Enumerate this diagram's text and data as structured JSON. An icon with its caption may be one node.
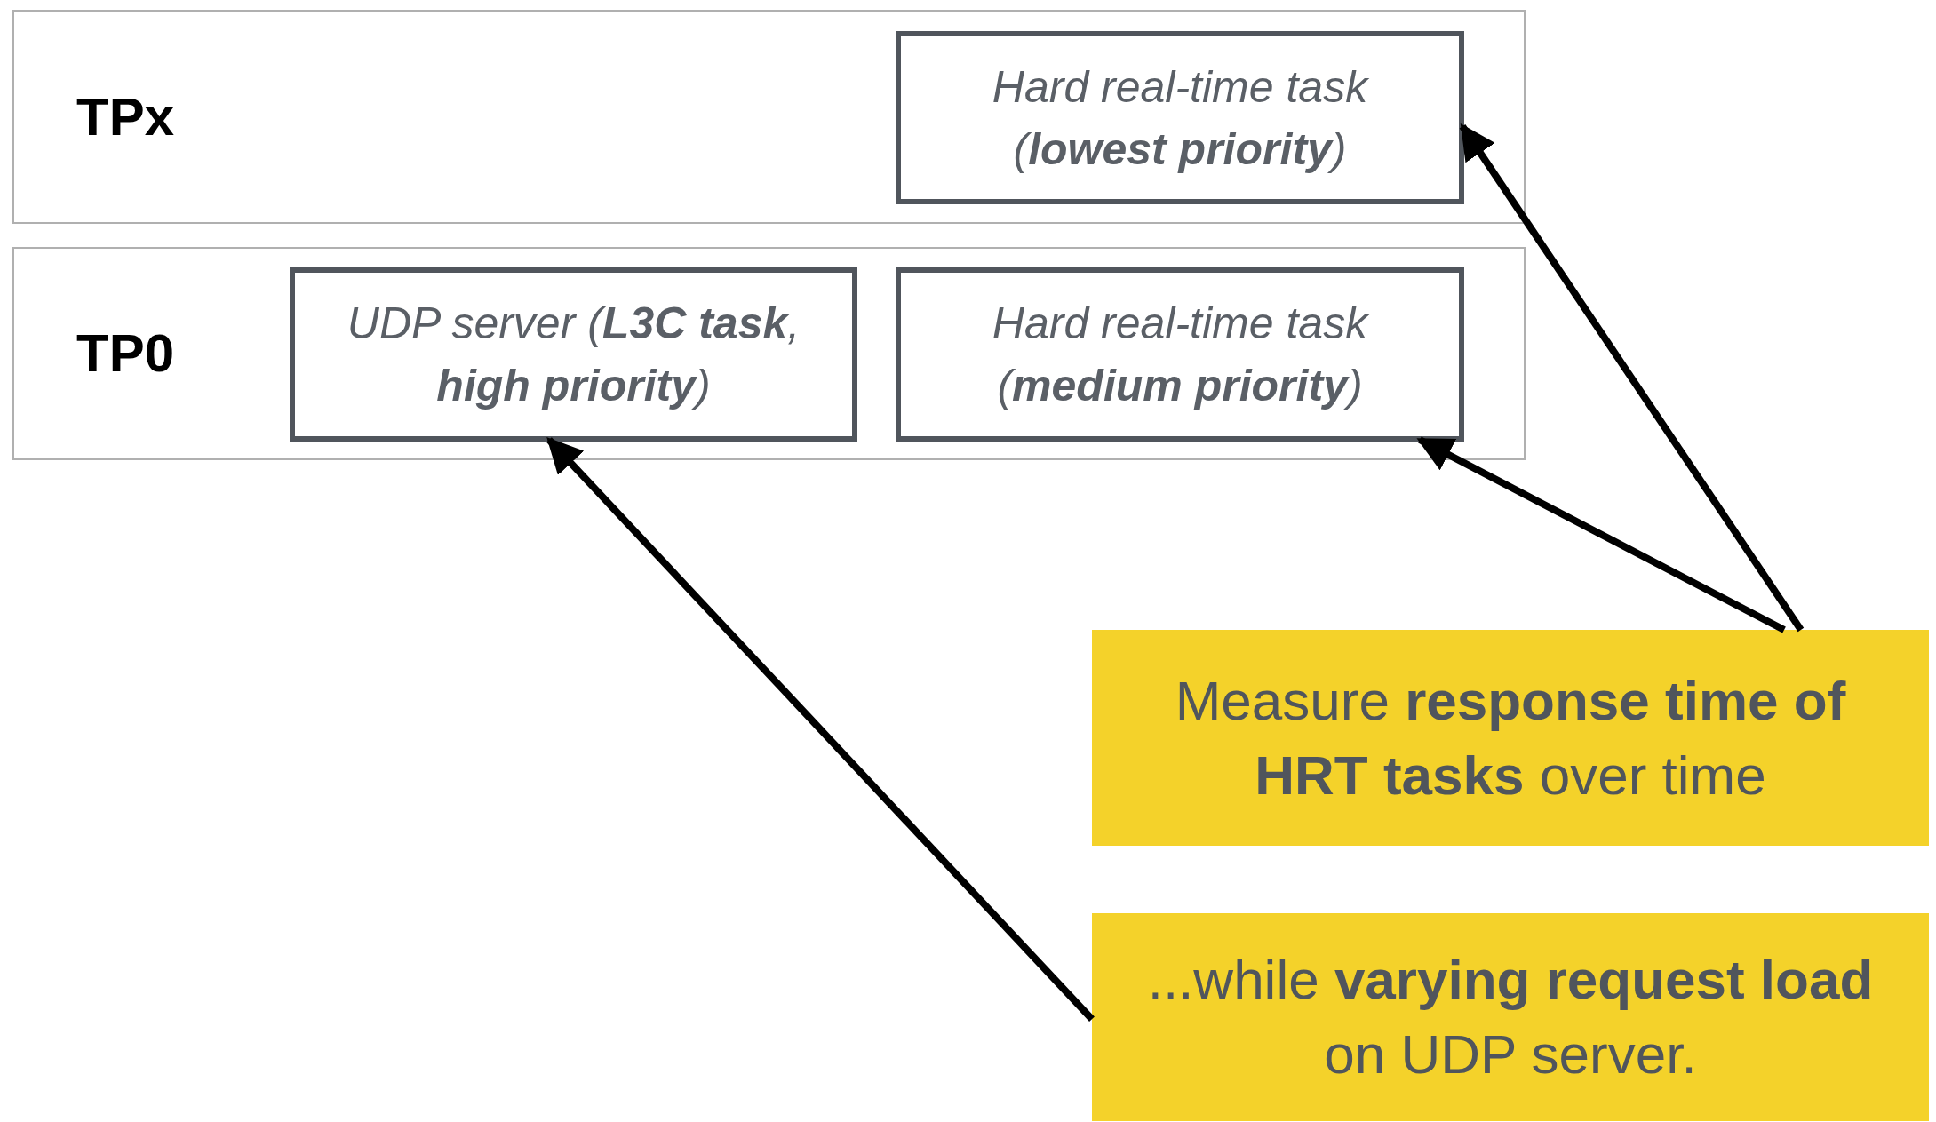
{
  "diagram": {
    "nodes": [
      {
        "text": [
          "TPx"
        ]
      },
      {
        "text": [
          "Hard real-time task (**lowest priority**)"
        ],
        "in": 0
      },
      {
        "text": [
          "TP0"
        ]
      },
      {
        "text": [
          "UDP server (**L3C task**, **high priority**)"
        ],
        "in": 2
      },
      {
        "text": [
          "Hard real-time task (**medium priority**)"
        ],
        "in": 2
      },
      {
        "text": [
          "Measure **response time of HRT tasks** over time"
        ]
      },
      {
        "text": [
          "...while **varying request load** on UDP server."
        ]
      }
    ],
    "edges": [
      {
        "from": 5,
        "to": 1,
        "arrow": "to"
      },
      {
        "from": 5,
        "to": 4,
        "arrow": "to"
      },
      {
        "from": 6,
        "to": 3,
        "arrow": "to"
      }
    ]
  }
}
